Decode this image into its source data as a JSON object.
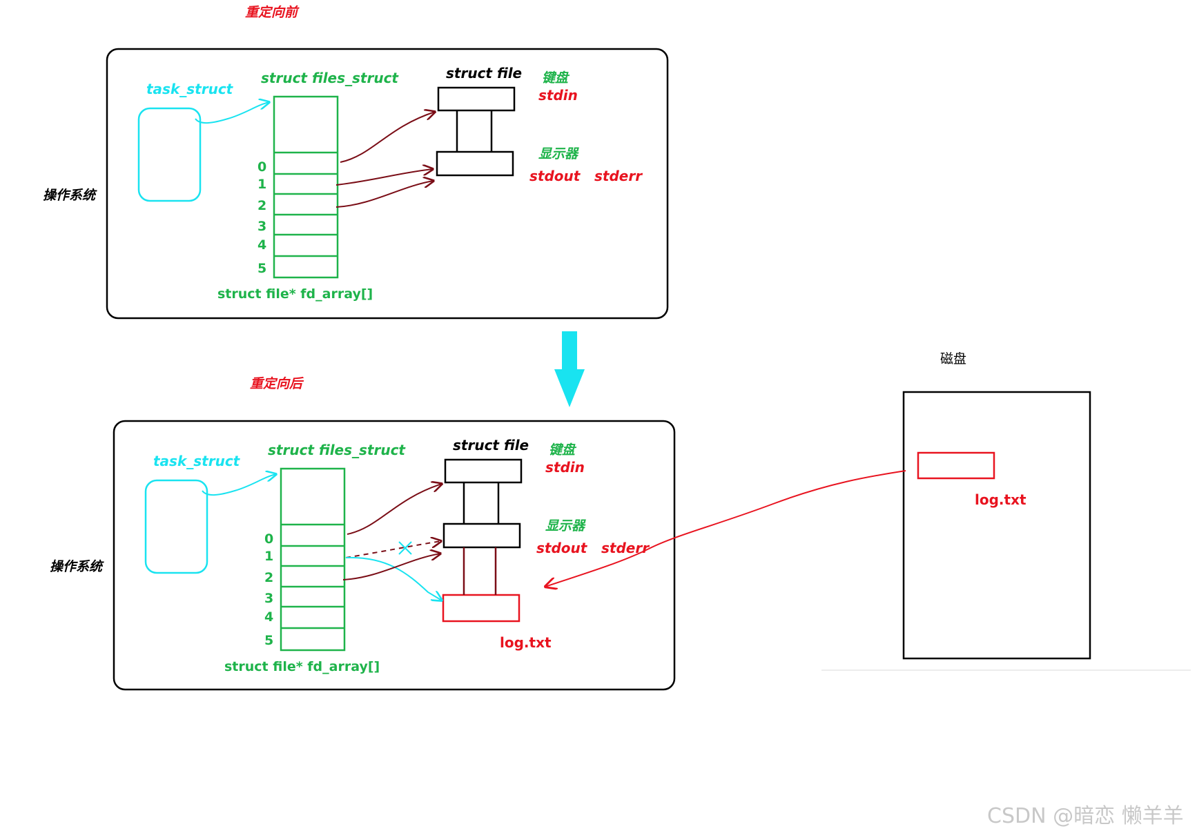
{
  "labels": {
    "before_title": "重定向前",
    "after_title": "重定向后",
    "os": "操作系统",
    "task_struct": "task_struct",
    "files_struct": "struct files_struct",
    "struct_file": "struct file",
    "keyboard": "键盘",
    "stdin": "stdin",
    "monitor": "显示器",
    "stdout": "stdout",
    "stderr": "stderr",
    "fd_array": "struct file* fd_array[]",
    "log_file": "log.txt",
    "disk": "磁盘",
    "watermark": "CSDN @暗恋 懒羊羊"
  },
  "fd_indices": [
    "0",
    "1",
    "2",
    "3",
    "4",
    "5"
  ],
  "colors": {
    "cyan": "#19e3f0",
    "green": "#1eb34a",
    "red": "#e8131f",
    "dark_red": "#7a0d16",
    "black": "#000000",
    "gray": "#c8c8c8"
  }
}
